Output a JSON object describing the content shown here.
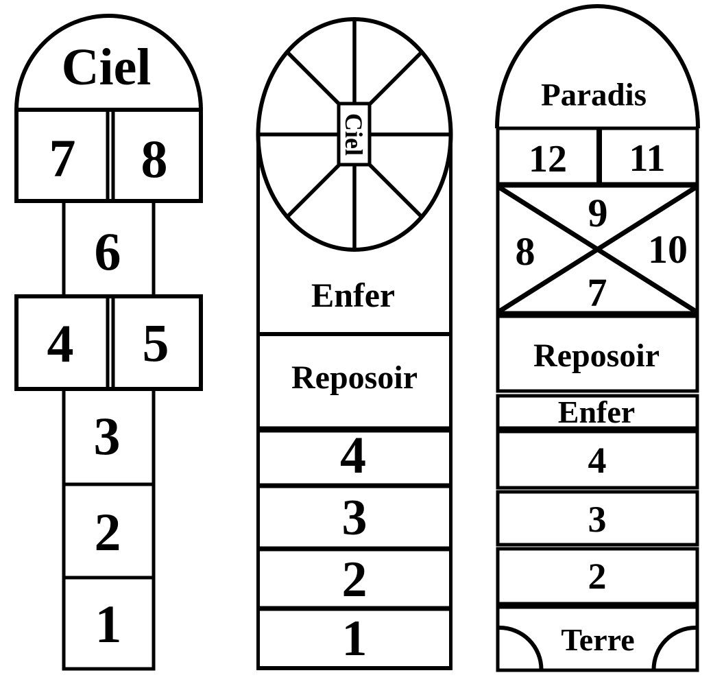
{
  "colors": {
    "ink": "#000000",
    "paper": "#ffffff"
  },
  "left": {
    "title": "Ciel",
    "n7": "7",
    "n8": "8",
    "n6": "6",
    "n4": "4",
    "n5": "5",
    "n3": "3",
    "n2": "2",
    "n1": "1"
  },
  "middle": {
    "hub": "Ciel",
    "enfer": "Enfer",
    "reposoir": "Reposoir",
    "n4": "4",
    "n3": "3",
    "n2": "2",
    "n1": "1"
  },
  "right": {
    "title": "Paradis",
    "n12": "12",
    "n11": "11",
    "n9": "9",
    "n8": "8",
    "n10": "10",
    "n7": "7",
    "reposoir": "Reposoir",
    "enfer": "Enfer",
    "n4": "4",
    "n3": "3",
    "n2": "2",
    "terre": "Terre"
  }
}
